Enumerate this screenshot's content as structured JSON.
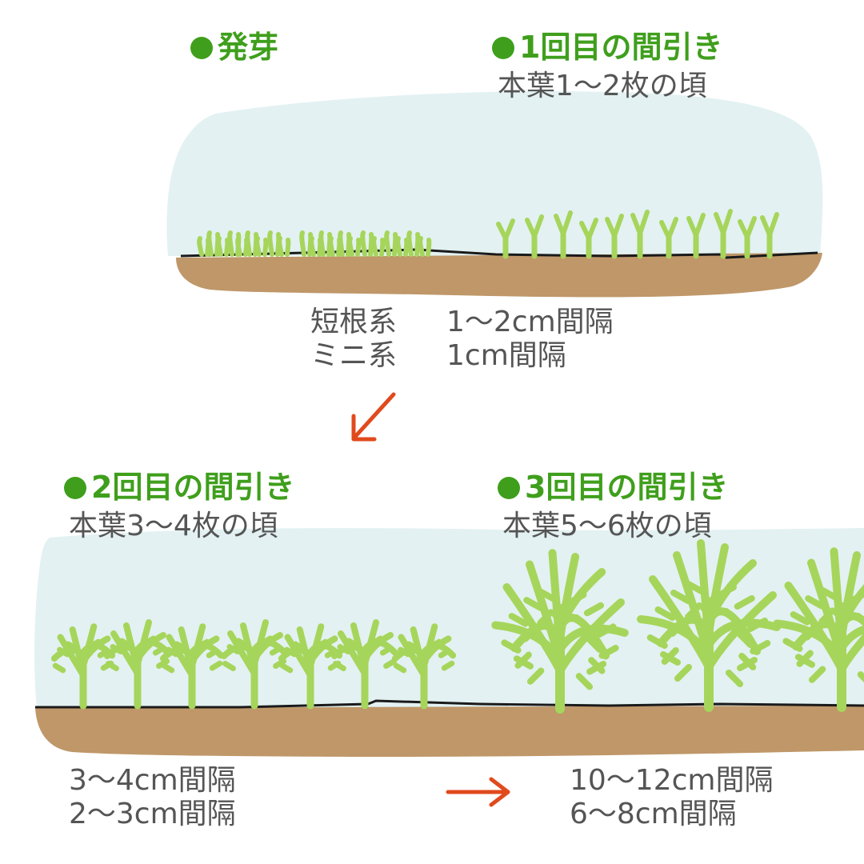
{
  "colors": {
    "heading": "#3f9f1c",
    "text": "#555555",
    "sky": "#e3f1f2",
    "soil": "#bf9769",
    "ground_line": "#1a1a1a",
    "plant": "#a6d55b",
    "arrow": "#e04a1d"
  },
  "stages": {
    "germination": {
      "title": "発芽"
    },
    "thinning1": {
      "title": "1回目の間引き",
      "subtitle": "本葉1～2枚の頃"
    },
    "thinning2": {
      "title": "2回目の間引き",
      "subtitle": "本葉3～4枚の頃"
    },
    "thinning3": {
      "title": "3回目の間引き",
      "subtitle": "本葉5～6枚の頃"
    }
  },
  "spacing": {
    "first": {
      "row1_label": "短根系",
      "row1_value": "1～2cm間隔",
      "row2_label": "ミニ系",
      "row2_value": "1cm間隔"
    },
    "second": {
      "line1": "3～4cm間隔",
      "line2": "2～3cm間隔"
    },
    "third": {
      "line1": "10～12cm間隔",
      "line2": "6～8cm間隔"
    }
  },
  "arrows": {
    "down_left": "arrow-down-left-icon",
    "right": "arrow-right-icon"
  }
}
